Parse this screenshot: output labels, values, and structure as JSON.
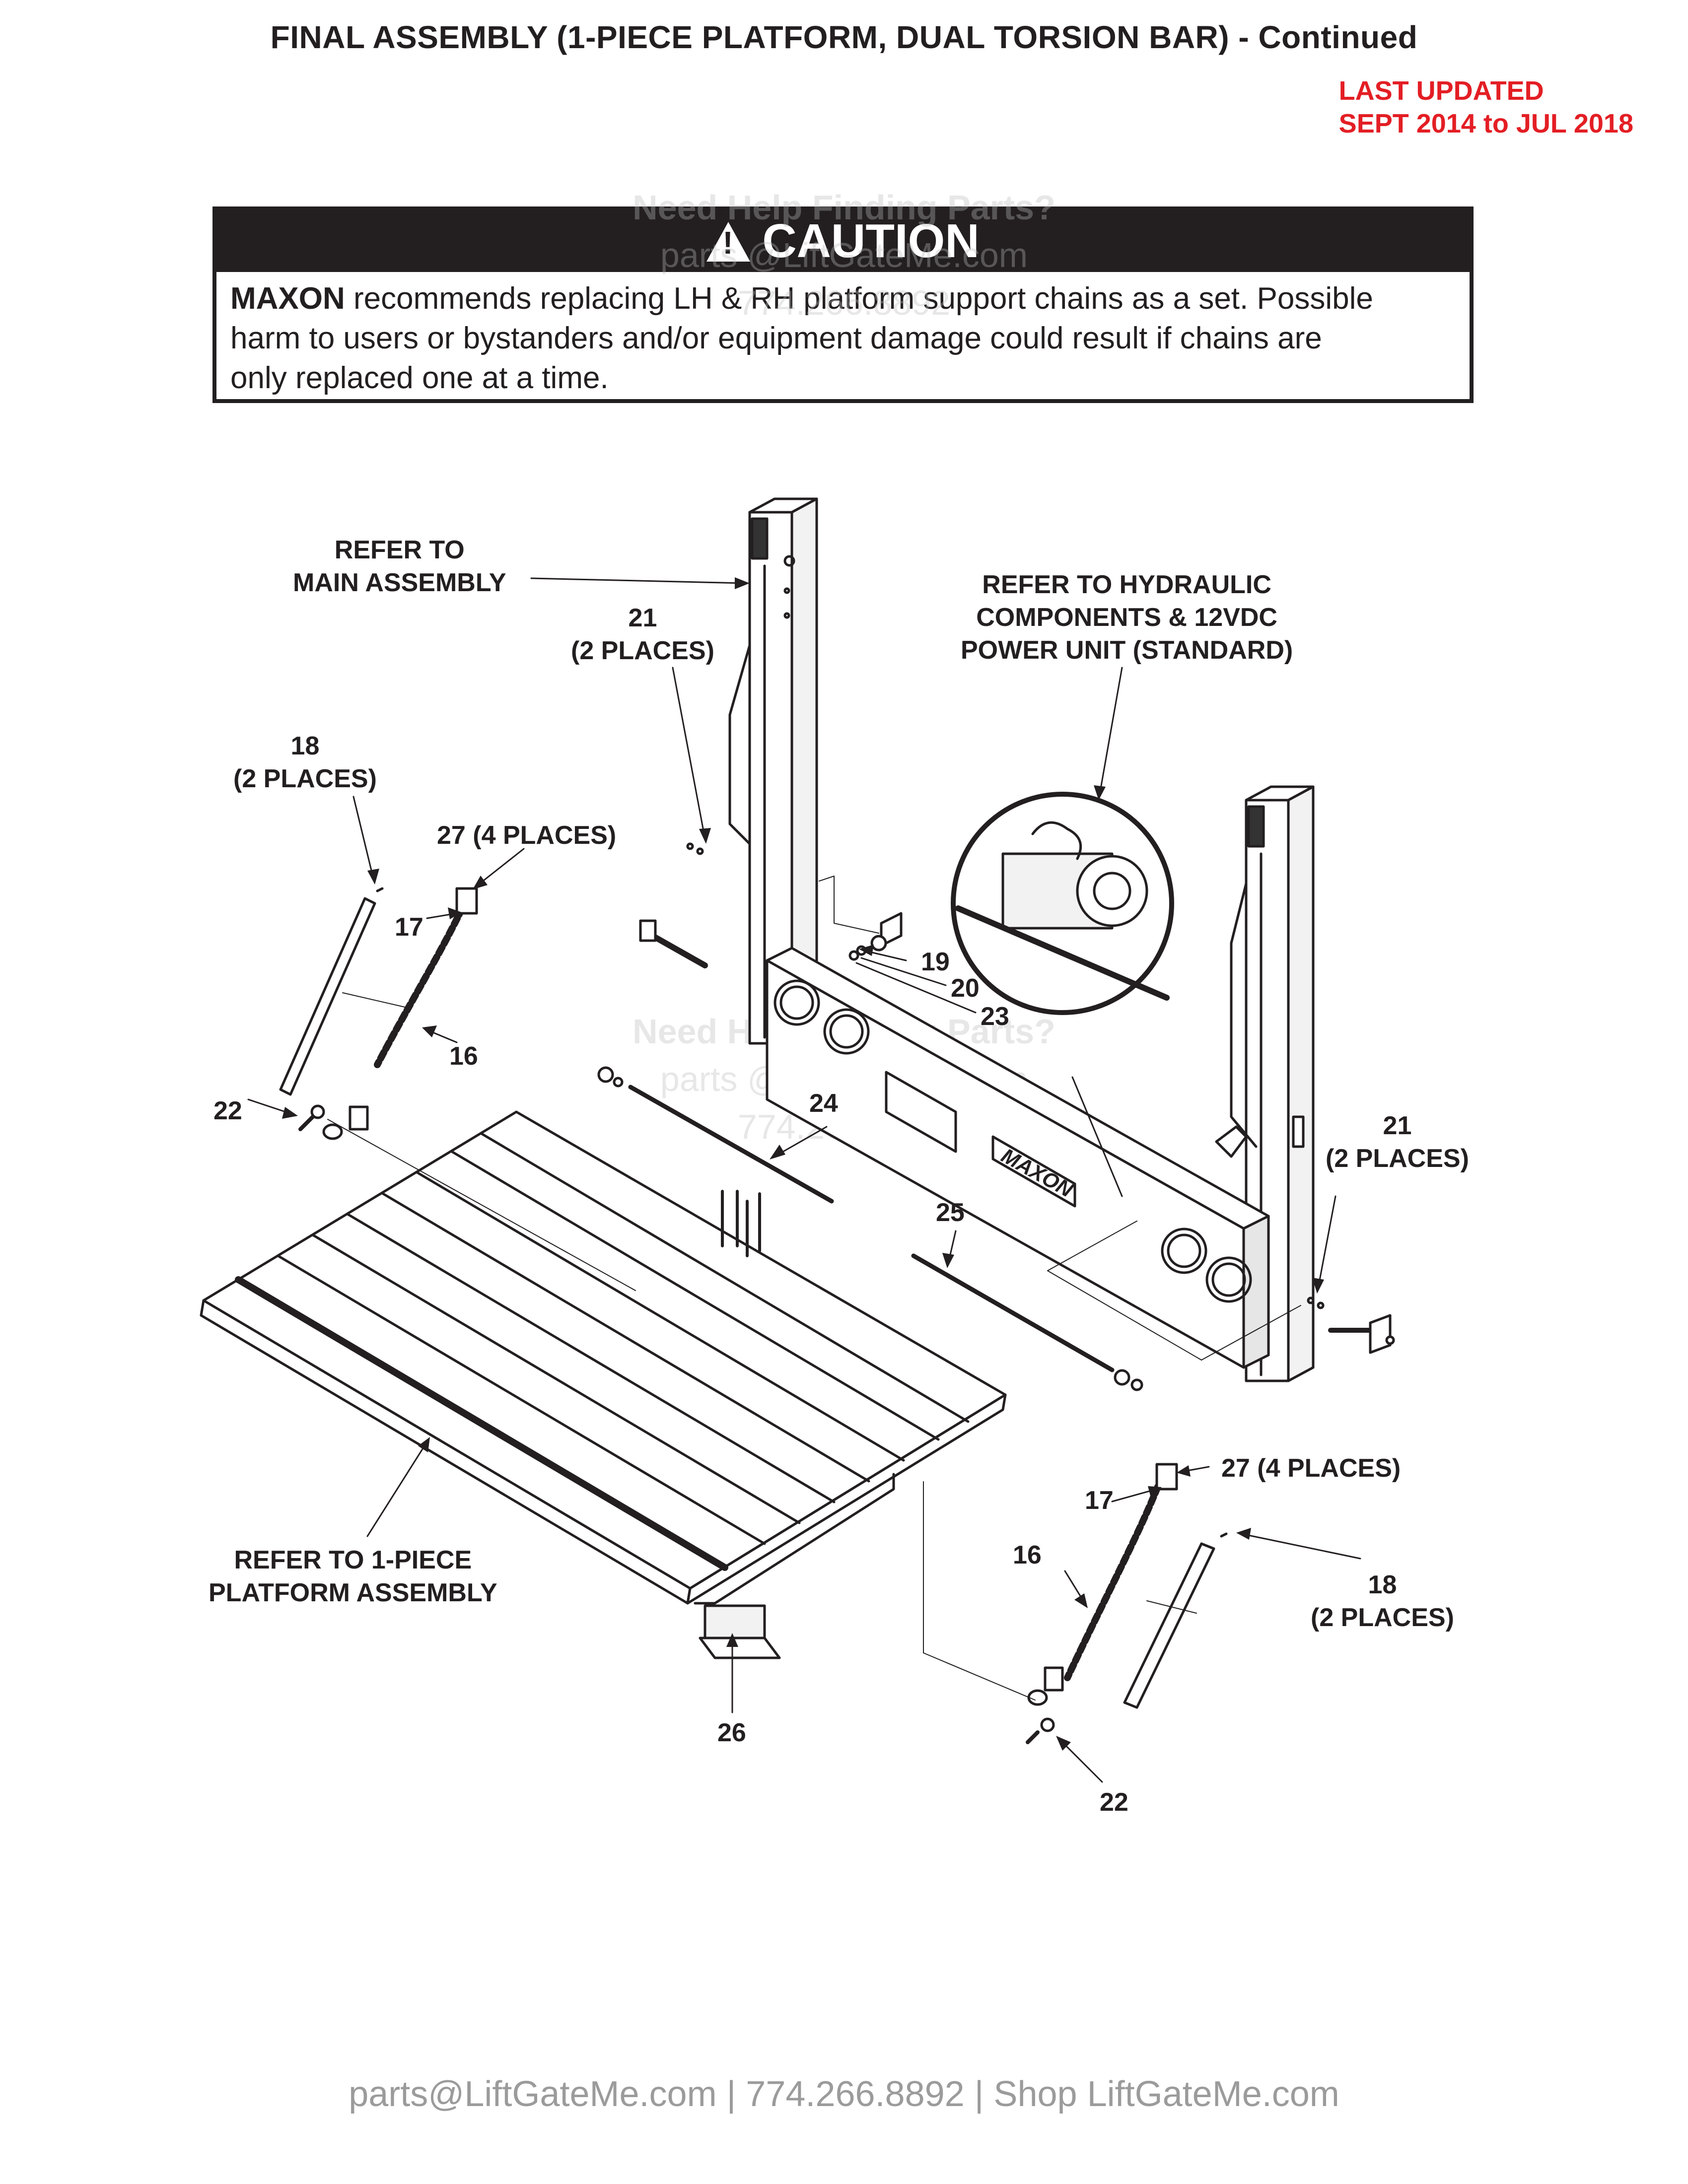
{
  "header": {
    "title": "FINAL ASSEMBLY (1-PIECE PLATFORM, DUAL TORSION BAR) - Continued",
    "last_updated_line1": "LAST UPDATED",
    "last_updated_line2": "SEPT 2014 to JUL 2018"
  },
  "caution": {
    "heading": "CAUTION",
    "brand": "MAXON",
    "text_line1": "recommends replacing LH & RH platform support chains as a set. Possible",
    "text_line2": "harm to users or bystanders and/or equipment damage could result if chains are",
    "text_line3": "only replaced one at a time."
  },
  "watermark": {
    "line1": "Need Help Finding Parts?",
    "line2": "parts @LiftGateMe.com",
    "line3": "774.266.8892"
  },
  "callouts": {
    "main_assembly_1": "REFER TO",
    "main_assembly_2": "MAIN ASSEMBLY",
    "hydraulic_1": "REFER TO HYDRAULIC",
    "hydraulic_2": "COMPONENTS & 12VDC",
    "hydraulic_3": "POWER UNIT (STANDARD)",
    "platform_1": "REFER TO 1-PIECE",
    "platform_2": "PLATFORM ASSEMBLY",
    "p21_top_num": "21",
    "p21_top_qty": "(2 PLACES)",
    "p21_right_num": "21",
    "p21_right_qty": "(2 PLACES)",
    "p18_left_num": "18",
    "p18_left_qty": "(2 PLACES)",
    "p18_right_num": "18",
    "p18_right_qty": "(2 PLACES)",
    "p27_left": "27 (4 PLACES)",
    "p27_right": "27 (4 PLACES)",
    "p17_left": "17",
    "p17_right": "17",
    "p16_left": "16",
    "p16_right": "16",
    "p22_left": "22",
    "p22_right": "22",
    "p19": "19",
    "p20": "20",
    "p23": "23",
    "p24": "24",
    "p25": "25",
    "p26": "26",
    "maxon_logo": "MAXON"
  },
  "footer": {
    "text": "parts@LiftGateMe.com | 774.266.8892 | Shop LiftGateMe.com"
  }
}
